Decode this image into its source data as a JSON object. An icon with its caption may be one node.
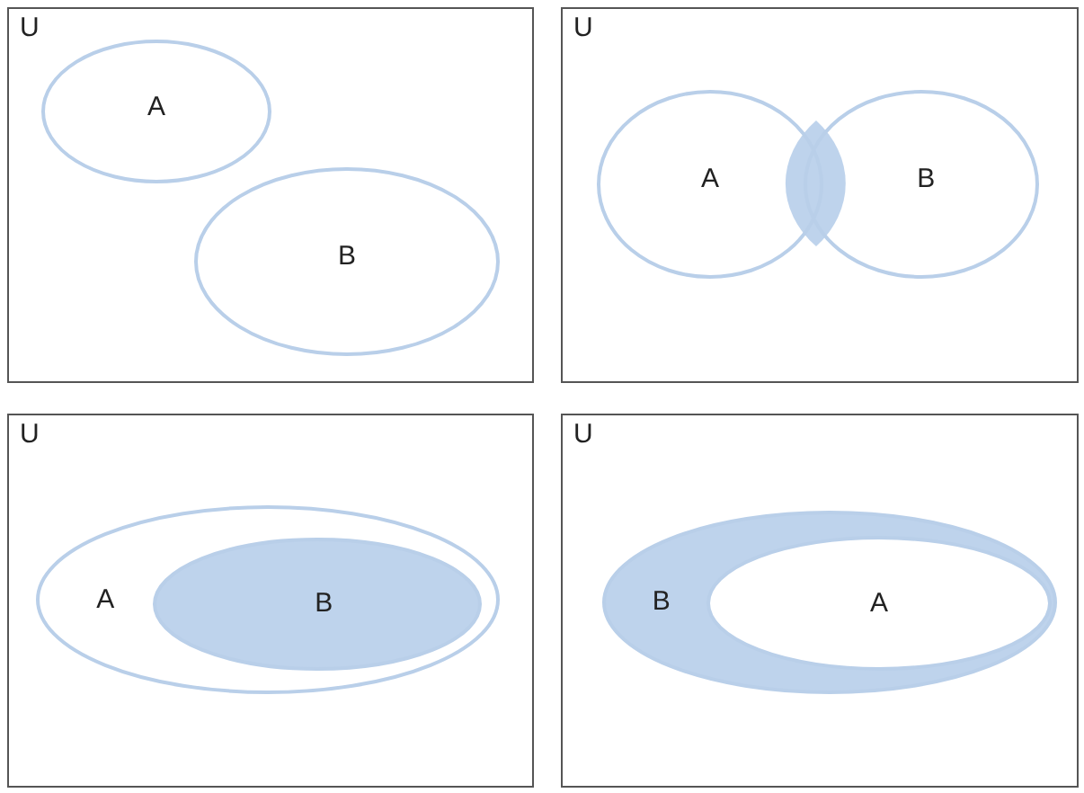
{
  "diagram": {
    "nodes": [
      {
        "text": [
          "U"
        ]
      },
      {
        "text": [
          "A"
        ],
        "in": 0
      },
      {
        "text": [
          "B"
        ],
        "in": 0
      },
      {
        "text": [
          "U"
        ]
      },
      {
        "text": [
          "A"
        ],
        "in": 3
      },
      {
        "text": [
          "B"
        ],
        "in": 3
      },
      {
        "text": [
          "U"
        ]
      },
      {
        "text": [
          "A"
        ],
        "in": 6
      },
      {
        "text": [
          "B"
        ],
        "in": 7
      },
      {
        "text": [
          "U"
        ]
      },
      {
        "text": [
          "B"
        ],
        "in": 9
      },
      {
        "text": [
          "A"
        ],
        "in": 10
      }
    ],
    "edges": []
  }
}
